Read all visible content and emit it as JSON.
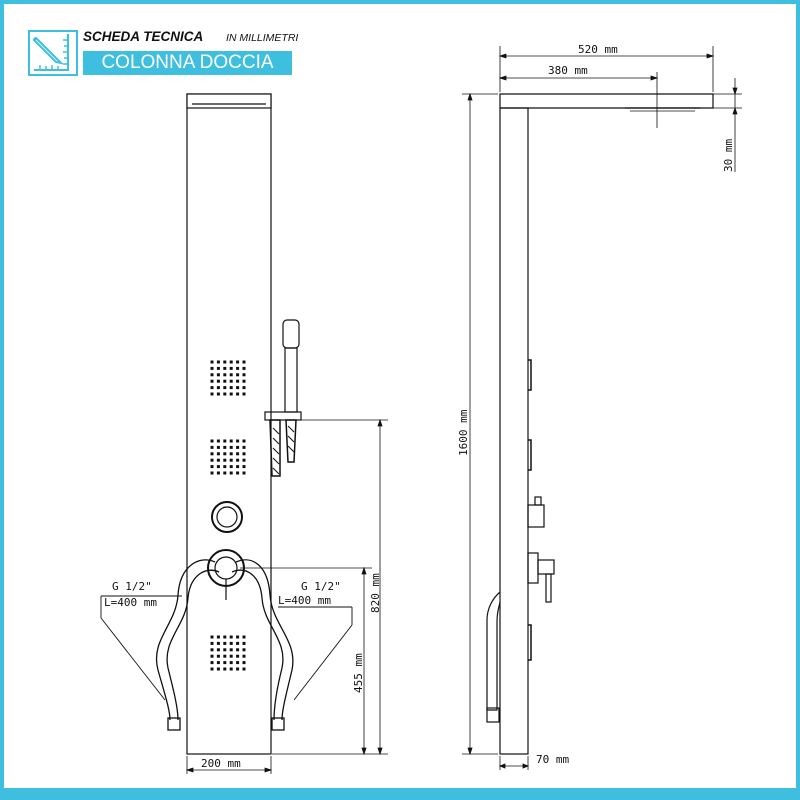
{
  "header": {
    "title": "SCHEDA TECNICA",
    "units_note": "IN MILLIMETRI",
    "product": "COLONNA DOCCIA",
    "accent_color": "#3fbfe0",
    "logo_icon": "ruler-pencil-icon"
  },
  "dimensions": {
    "total_length": "520 mm",
    "arm_length": "380 mm",
    "head_thickness": "30 mm",
    "height": "1600 mm",
    "mixer_height": "820 mm",
    "inlet_height": "455 mm",
    "front_width": "200 mm",
    "depth": "70 mm"
  },
  "hoses": {
    "left_label_1": "G 1/2\"",
    "left_label_2": "L=400 mm",
    "right_label_1": "G 1/2\"",
    "right_label_2": "L=400 mm"
  }
}
